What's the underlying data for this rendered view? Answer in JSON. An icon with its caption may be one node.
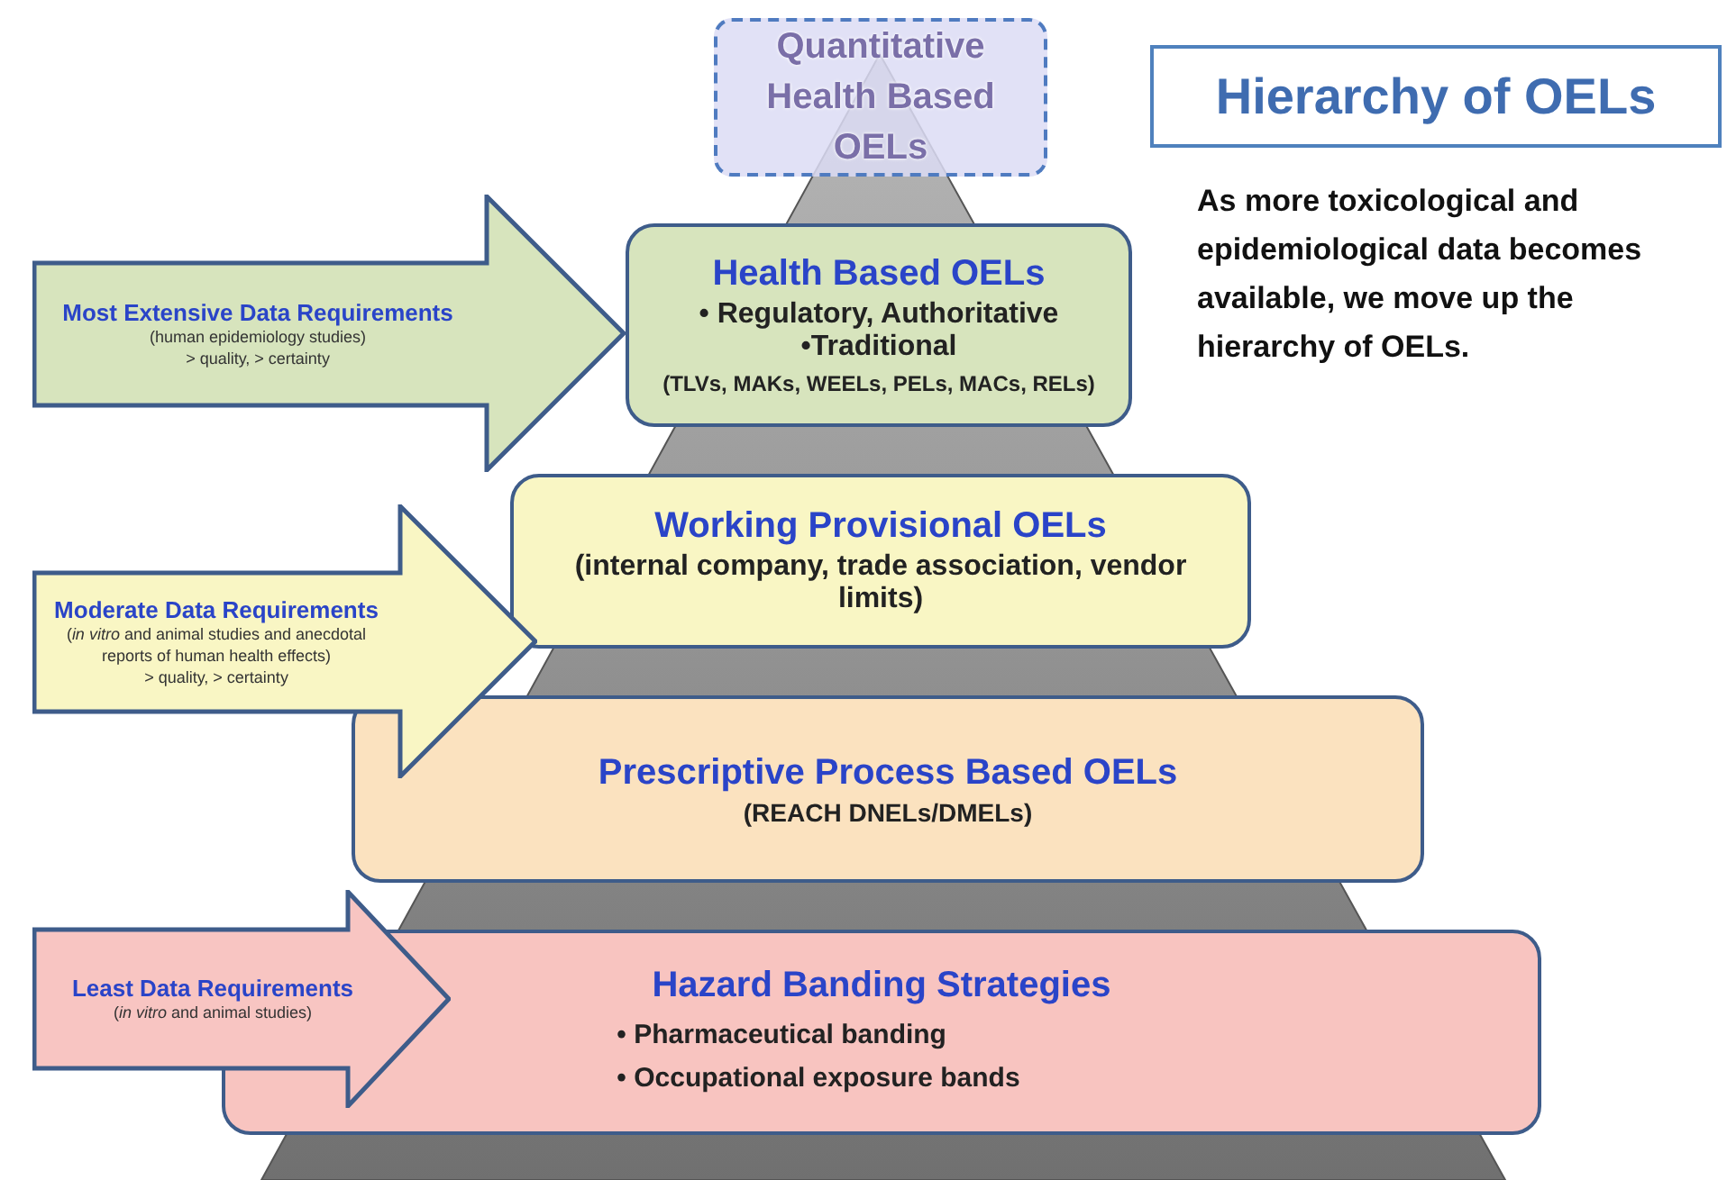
{
  "diagram": {
    "title": "Hierarchy of OELs",
    "nodes": [
      {
        "text": [
          "Quantitative Health Based OELs"
        ]
      },
      {
        "text": [
          "Health Based OELs",
          "• Regulatory, Authoritative",
          "•Traditional",
          "(TLVs, MAKs, WEELs, PELs, MACs, RELs)"
        ]
      },
      {
        "text": [
          "Most Extensive Data Requirements",
          "(human epidemiology studies)",
          "> quality, > certainty"
        ]
      },
      {
        "text": [
          "Working Provisional OELs",
          "(internal company, trade association, vendor limits)"
        ]
      },
      {
        "text": [
          "Moderate Data Requirements",
          "(*in vitro* and animal studies and anecdotal reports of human health effects)",
          "> quality, > certainty"
        ]
      },
      {
        "text": [
          "Prescriptive Process Based OELs",
          "(REACH DNELs/DMELs)"
        ]
      },
      {
        "text": [
          "Least Data Requirements",
          "(*in vitro* and animal studies)"
        ]
      },
      {
        "text": [
          "Hazard Banding Strategies",
          "• Pharmaceutical banding",
          "• Occupational exposure bands"
        ]
      }
    ],
    "labels": [
      "As more toxicological and epidemiological data becomes available, we move up the hierarchy of OELs."
    ]
  }
}
